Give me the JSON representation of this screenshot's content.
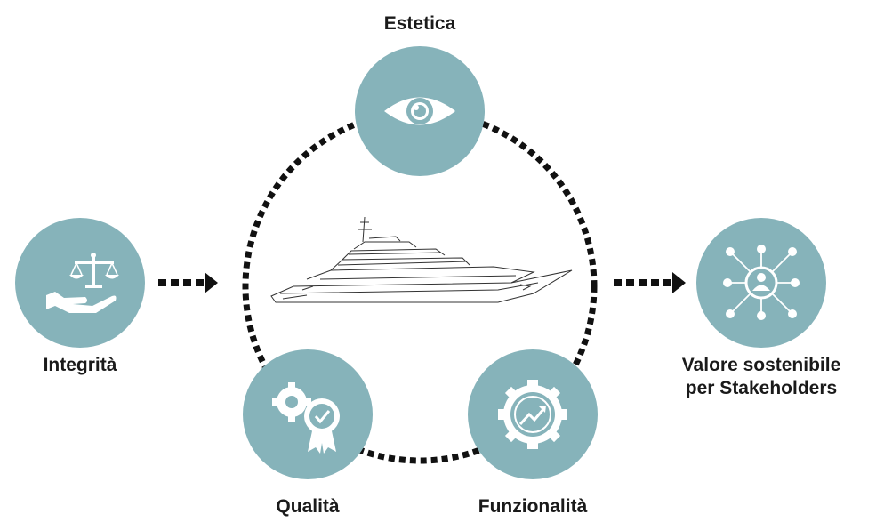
{
  "nodes": {
    "estetica": {
      "label": "Estetica",
      "icon": "eye-icon"
    },
    "integrita": {
      "label": "Integrità",
      "icon": "justice-hand-icon"
    },
    "qualita": {
      "label": "Qualità",
      "icon": "gear-certificate-icon"
    },
    "funzionalita": {
      "label": "Funzionalità",
      "icon": "gear-growth-icon"
    },
    "valore": {
      "label_line1": "Valore sostenibile",
      "label_line2": "per Stakeholders",
      "icon": "stakeholder-network-icon"
    }
  },
  "center": {
    "icon": "yacht-illustration"
  },
  "colors": {
    "node_fill": "#86b3ba",
    "icon": "#ffffff",
    "dots": "#111111",
    "text": "#1a1a1a"
  }
}
